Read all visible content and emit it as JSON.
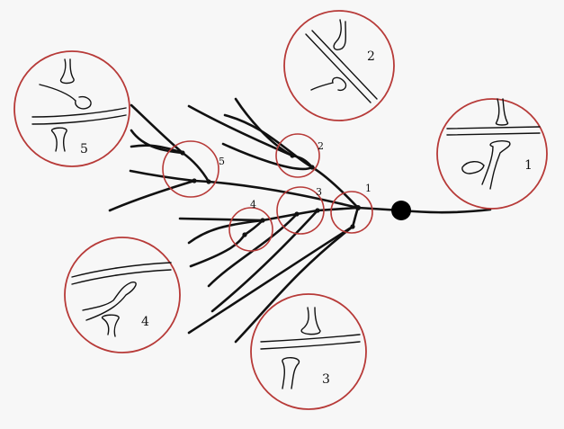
{
  "colors": {
    "background": "#f7f7f7",
    "circle": "#b73a38",
    "line": "#111111"
  },
  "labels": {
    "big": {
      "c1": "1",
      "c2": "2",
      "c3": "3",
      "c4": "4",
      "c5": "5"
    },
    "small": {
      "s1": "1",
      "s2": "2",
      "s3": "3",
      "s4": "4",
      "s5": "5"
    }
  }
}
